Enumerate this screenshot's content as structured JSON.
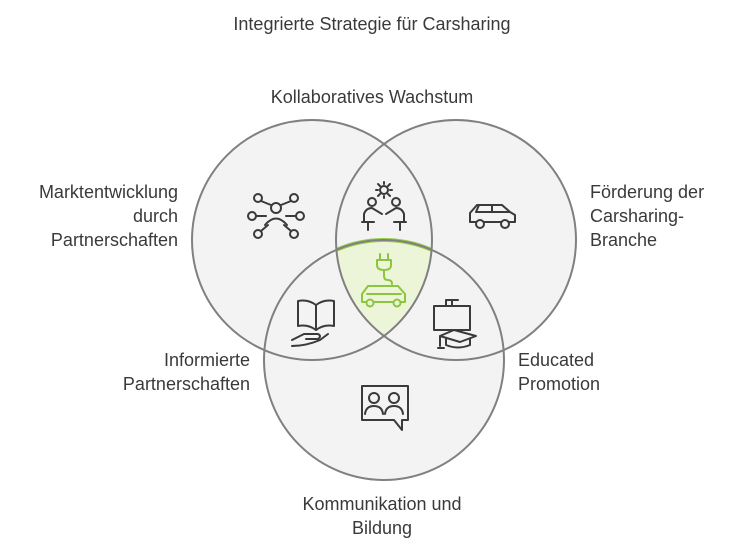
{
  "title": "Integrierte Strategie für Carsharing",
  "labels": {
    "top": "Kollaboratives Wachstum",
    "left": [
      "Marktentwicklung",
      "durch",
      "Partnerschaften"
    ],
    "right": [
      "Förderung der",
      "Carsharing-",
      "Branche"
    ],
    "mid_left": [
      "Informierte",
      "Partnerschaften"
    ],
    "mid_right": [
      "Educated",
      "Promotion"
    ],
    "bottom": [
      "Kommunikation und",
      "Bildung"
    ]
  },
  "sets": [
    {
      "key": "left-circle"
    },
    {
      "key": "right-circle"
    },
    {
      "key": "bottom-circle"
    }
  ],
  "icons": {
    "left": "network-person-icon",
    "right": "car-icon",
    "top_overlap": "collaborating-people-icon",
    "center": "electric-car-plug-icon",
    "left_bottom": "hand-holding-book-icon",
    "right_bottom": "presentation-graduation-icon",
    "bottom": "chat-users-icon"
  },
  "colors": {
    "circle_fill": "#f3f3f3",
    "circle_stroke": "#808080",
    "center_fill": "#ecf5d8",
    "center_stroke": "#9acc4a",
    "icon_stroke": "#3a3a3a",
    "center_icon": "#8cc63f",
    "text": "#3a3a3a"
  }
}
